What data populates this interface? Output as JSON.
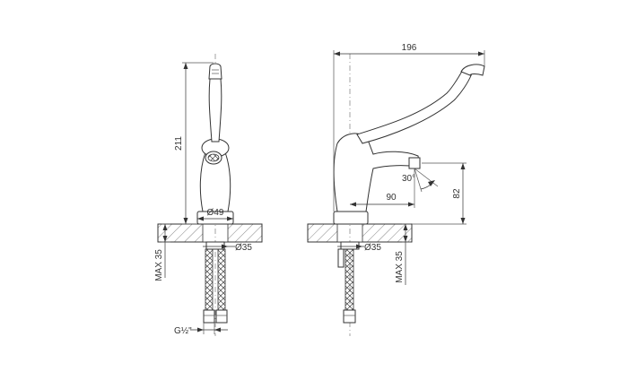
{
  "front_view": {
    "height_label": "211",
    "base_diameter_label": "Ø49",
    "hole_diameter_label": "Ø35",
    "max_depth_label": "MAX 35",
    "thread_label": "G½\""
  },
  "side_view": {
    "width_label": "196",
    "spout_reach_label": "90",
    "spout_height_label": "82",
    "angle_label": "30°",
    "hole_diameter_label": "Ø35",
    "max_depth_label": "MAX 35"
  }
}
